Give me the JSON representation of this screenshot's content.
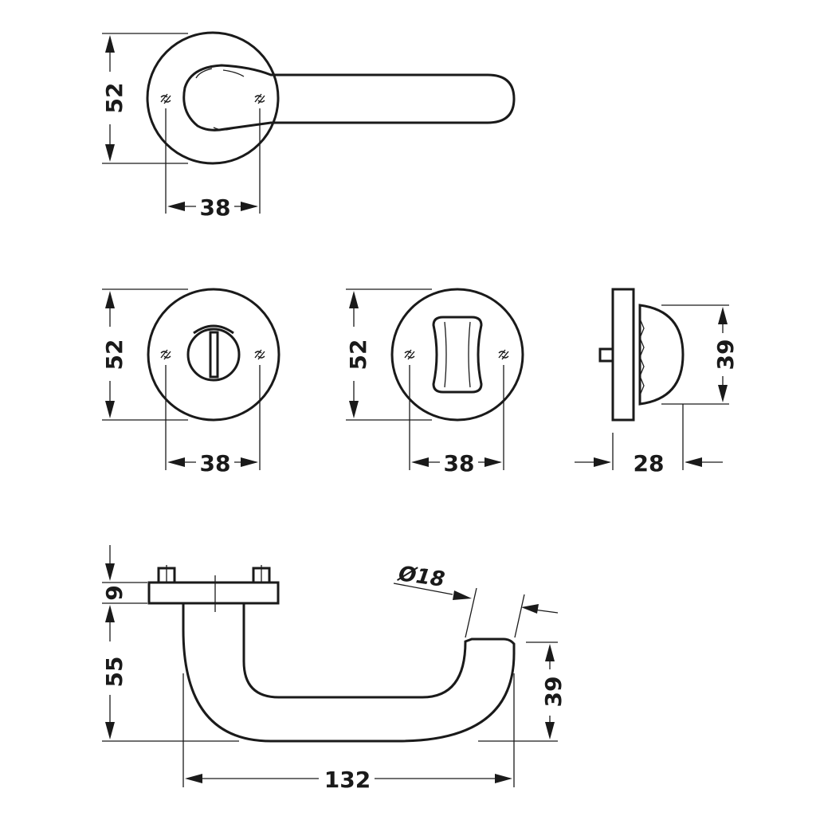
{
  "dimensions": {
    "rosette_diameter_lever": "52",
    "hole_spacing_lever": "38",
    "rosette_diameter_wc": "52",
    "hole_spacing_wc": "38",
    "rosette_diameter_turn": "52",
    "hole_spacing_turn": "38",
    "knob_diameter": "39",
    "turn_projection": "28",
    "rosette_thickness": "9",
    "lever_height": "55",
    "lever_length": "132",
    "grip_diameter": "Ø18",
    "grip_end_height": "39"
  }
}
